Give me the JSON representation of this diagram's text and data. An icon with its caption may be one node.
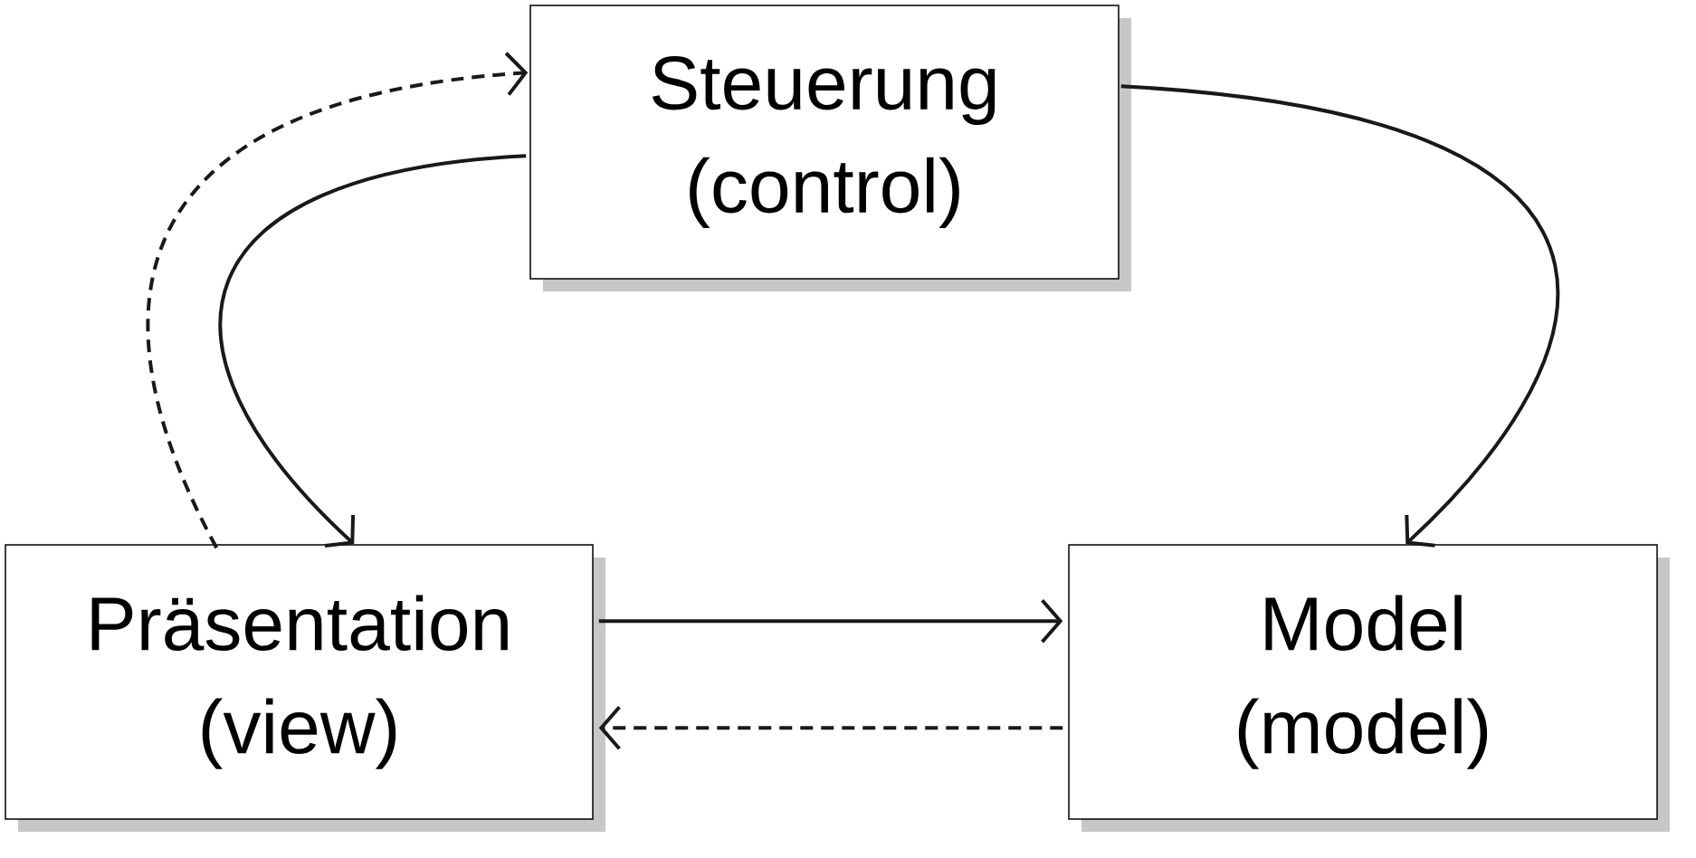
{
  "diagram": {
    "nodes": [
      {
        "text": [
          "Steuerung",
          "(control)"
        ]
      },
      {
        "text": [
          "Präsentation",
          "(view)"
        ]
      },
      {
        "text": [
          "Model",
          "(model)"
        ]
      }
    ],
    "edges": [
      {
        "from": 0,
        "to": 1,
        "arrow": "to"
      },
      {
        "from": 0,
        "to": 2,
        "arrow": "to"
      },
      {
        "from": 1,
        "to": 0,
        "arrow": "to",
        "style": "dashed"
      },
      {
        "from": 1,
        "to": 2,
        "arrow": "to"
      },
      {
        "from": 2,
        "to": 1,
        "arrow": "to",
        "style": "dashed"
      }
    ]
  }
}
